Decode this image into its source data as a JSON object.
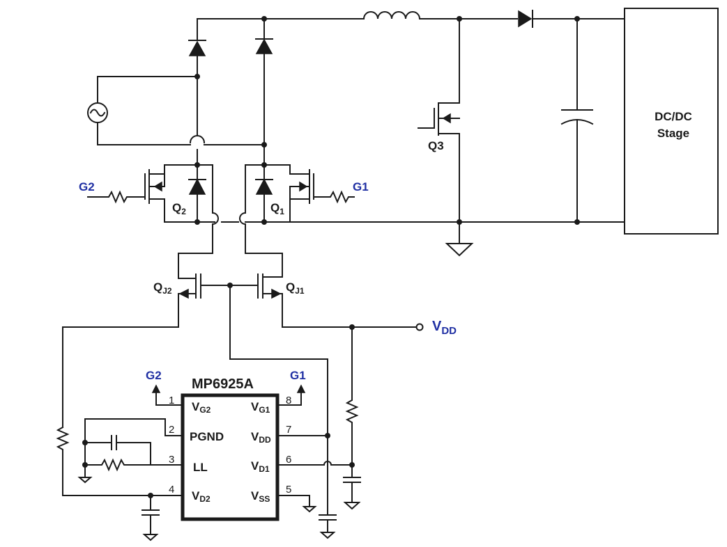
{
  "colors": {
    "wire": "#1a1a1a",
    "accent": "#1f2fa3",
    "background": "#ffffff"
  },
  "labels": {
    "g1": "G1",
    "g2": "G2",
    "q1": "Q",
    "q1_sub": "1",
    "q2": "Q",
    "q2_sub": "2",
    "q3": "Q3",
    "qj1": "Q",
    "qj1_sub": "J1",
    "qj2": "Q",
    "qj2_sub": "J2",
    "vdd": "V",
    "vdd_sub": "DD",
    "dcdc_line1": "DC/DC",
    "dcdc_line2": "Stage"
  },
  "ic": {
    "name": "MP6925A",
    "pins": [
      {
        "num": "1",
        "name": "V",
        "sub": "G2"
      },
      {
        "num": "2",
        "name": "PGND",
        "sub": ""
      },
      {
        "num": "3",
        "name": "LL",
        "sub": ""
      },
      {
        "num": "4",
        "name": "V",
        "sub": "D2"
      },
      {
        "num": "8",
        "name": "V",
        "sub": "G1"
      },
      {
        "num": "7",
        "name": "V",
        "sub": "DD"
      },
      {
        "num": "6",
        "name": "V",
        "sub": "D1"
      },
      {
        "num": "5",
        "name": "V",
        "sub": "SS"
      }
    ],
    "g1": "G1",
    "g2": "G2"
  }
}
